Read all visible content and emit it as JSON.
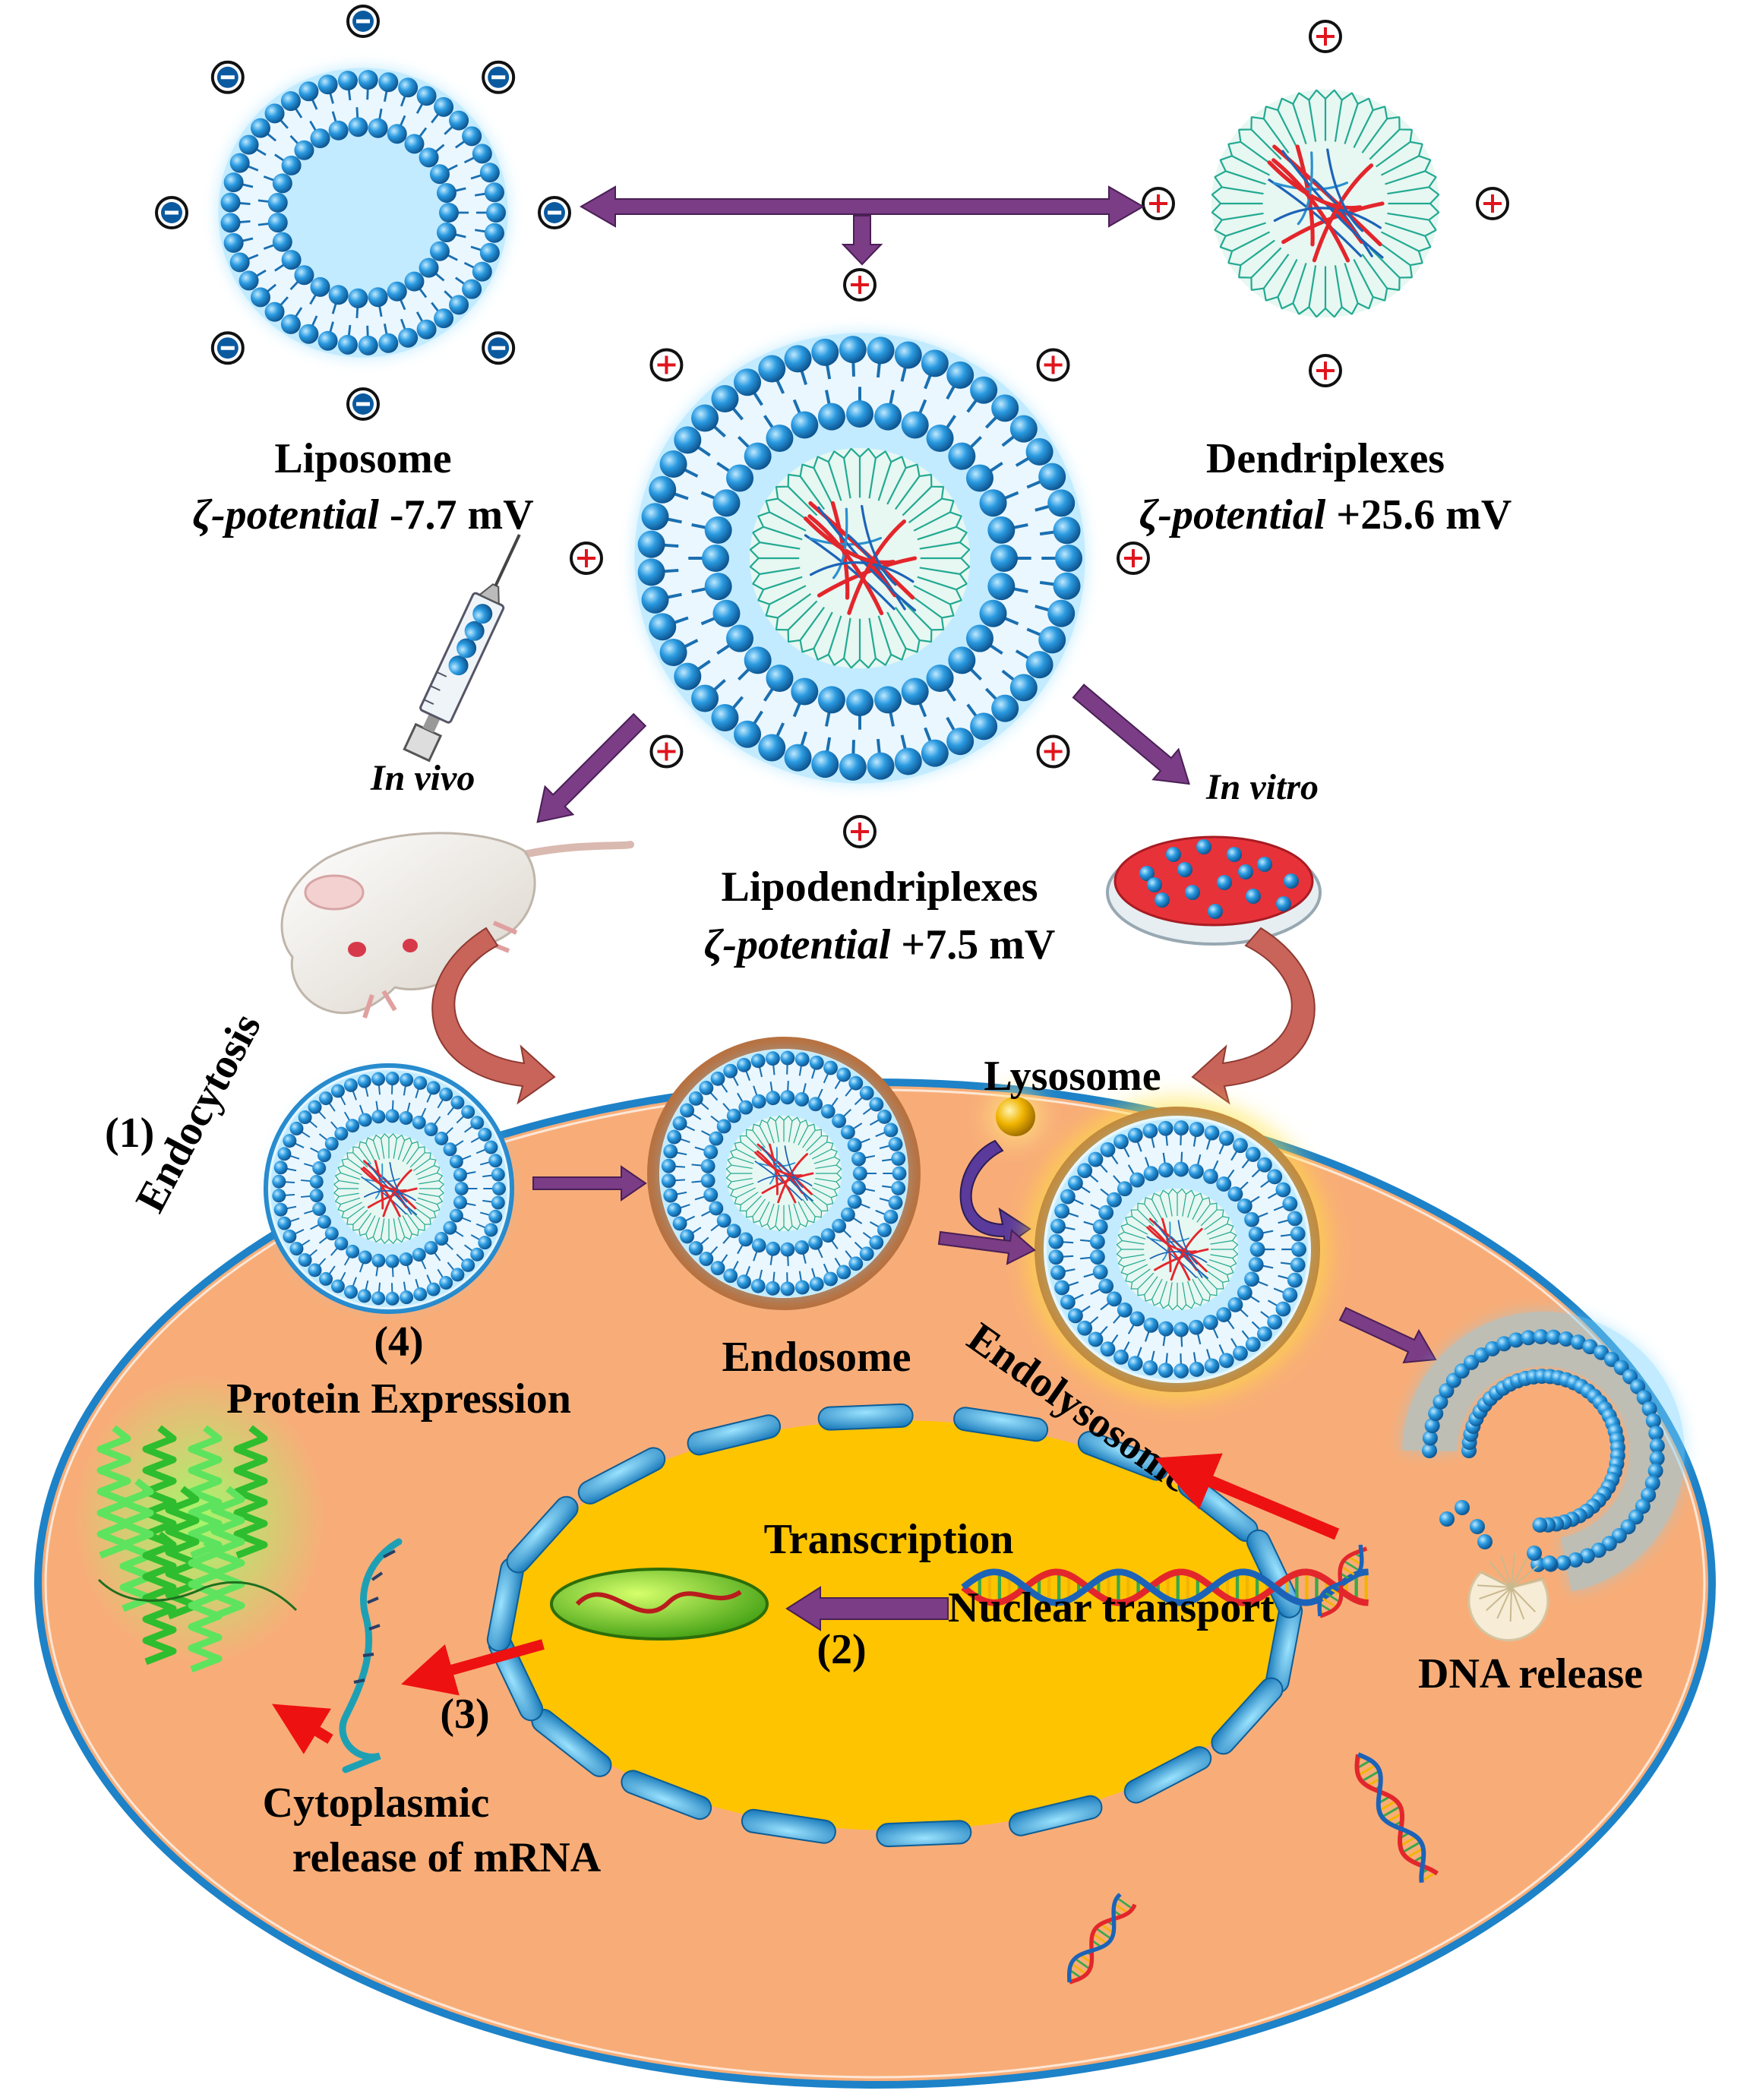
{
  "colors": {
    "membrane": "#1f8fd6",
    "membrane_glow": "#7ad4ff",
    "cell_fill": "#f8ad78",
    "cell_border": "#1d82c8",
    "nucleus_fill": "#ffc400",
    "nucleus_segment": "#2fa6dd",
    "arrow_purple": "#7a3d86",
    "arrow_red": "#ee1111",
    "charge_plus": "#e0141d",
    "dna_red": "#e3262c",
    "dna_blue": "#1c63b8",
    "dendrimer_green": "#22a992",
    "protein_green": "#3bd13b",
    "dish_red": "#e8323a"
  },
  "icons": {
    "liposome": "liposome-vesicle-icon",
    "dendriplex": "dendriplex-icon",
    "lipodendriplex": "lipodendriplex-icon",
    "syringe": "syringe-icon",
    "mouse": "mouse-icon",
    "petri_dish": "petri-dish-icon",
    "lysosome": "lysosome-sphere-icon",
    "protein": "protein-helix-icon",
    "dna": "dna-helix-icon",
    "mrna": "mrna-strand-icon"
  },
  "charges": {
    "liposome": "−",
    "dendriplex": "+",
    "lipodendriplex": "+"
  },
  "labels": {
    "liposome_name": "Liposome",
    "liposome_zeta_italic": "ζ-potential",
    "liposome_zeta_value": "-7.7 mV",
    "dendriplex_name": "Dendriplexes",
    "dendriplex_zeta_italic": "ζ-potential",
    "dendriplex_zeta_value": "+25.6 mV",
    "lipodendriplex_name": "Lipodendriplexes",
    "lipodendriplex_zeta_italic": "ζ-potential",
    "lipodendriplex_zeta_value": "+7.5 mV",
    "in_vivo": "In vivo",
    "in_vitro": "In vitro",
    "step1_num": "(1)",
    "step1_label": "Endocytosis",
    "endosome": "Endosome",
    "lysosome": "Lysosome",
    "endolysosome": "Endolysosome",
    "dna_release": "DNA release",
    "nuclear_transport": "Nuclear transport",
    "transcription": "Transcription",
    "step2_num": "(2)",
    "step3_num": "(3)",
    "cytoplasmic_line1": "Cytoplasmic",
    "cytoplasmic_line2": "release of mRNA",
    "step4_num": "(4)",
    "protein_expression": "Protein Expression"
  }
}
